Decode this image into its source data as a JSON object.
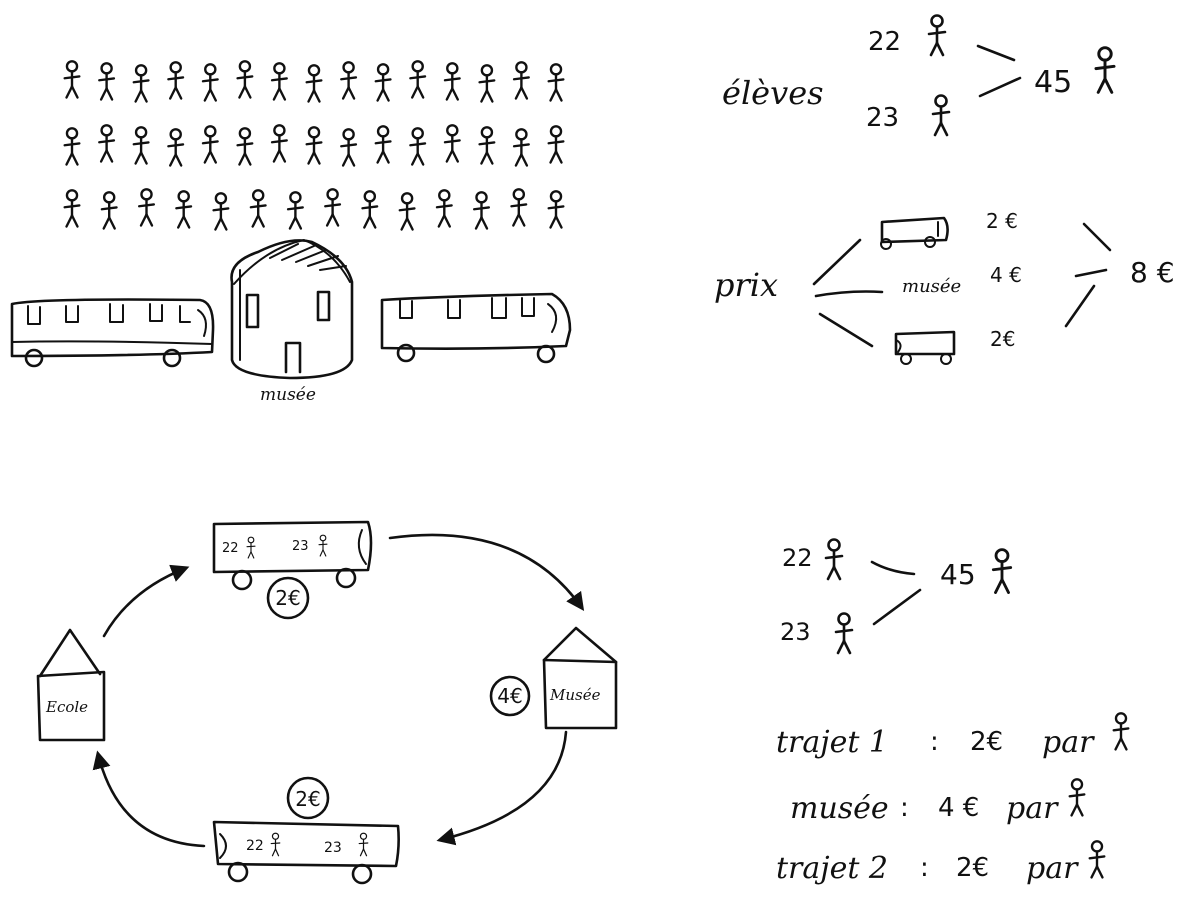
{
  "colors": {
    "ink": "#111111",
    "paper": "#ffffff"
  },
  "icons": {
    "person": "stick-figure-icon",
    "bus": "bus-icon",
    "building": "house-icon"
  },
  "panel1": {
    "crowd_rows": [
      15,
      15,
      14
    ],
    "museum_label": "musée"
  },
  "panel2": {
    "group_a": "22",
    "group_b": "23",
    "total": "45",
    "students_label": "élèves",
    "price_label": "prix",
    "bus_price_1": "2 €",
    "museum_label": "musée",
    "museum_price": "4 €",
    "bus_price_2": "2€",
    "total_price": "8 €"
  },
  "panel3": {
    "top_bus_a": "22",
    "top_bus_b": "23",
    "top_price": "2€",
    "school_label": "Ecole",
    "museum_label": "Musée",
    "museum_price": "4€",
    "bottom_price": "2€",
    "bottom_bus_a": "22",
    "bottom_bus_b": "23"
  },
  "panel4": {
    "group_a": "22",
    "group_b": "23",
    "total": "45",
    "line1_label": "trajet 1",
    "line1_price": "2€",
    "line2_label": "musée",
    "line2_price": "4 €",
    "line3_label": "trajet 2",
    "line3_price": "2€",
    "separator": ":",
    "per": "par"
  }
}
